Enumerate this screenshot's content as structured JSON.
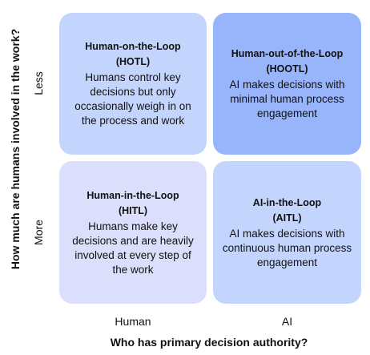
{
  "axes": {
    "y_title": "How much are humans involved in the work?",
    "y_ticks": [
      "Less",
      "More"
    ],
    "x_ticks": [
      "Human",
      "AI"
    ],
    "x_title": "Who has primary decision authority?"
  },
  "quadrants": {
    "hotl": {
      "name": "Human-on-the-Loop",
      "abbr": "(HOTL)",
      "description": "Humans control key decisions but only occasionally weigh in on the process and work",
      "color": "#c4d5fd"
    },
    "hootl": {
      "name": "Human-out-of-the-Loop",
      "abbr": "(HOOTL)",
      "description": "AI makes decisions with minimal human process engagement",
      "color": "#98b4fb"
    },
    "hitl": {
      "name": "Human-in-the-Loop",
      "abbr": "(HITL)",
      "description": "Humans make key decisions and are heavily involved at every step of the work",
      "color": "#dcdffb"
    },
    "aitl": {
      "name": "AI-in-the-Loop",
      "abbr": "(AITL)",
      "description": "AI makes decisions with continuous human process engagement",
      "color": "#c4d5fd"
    }
  }
}
